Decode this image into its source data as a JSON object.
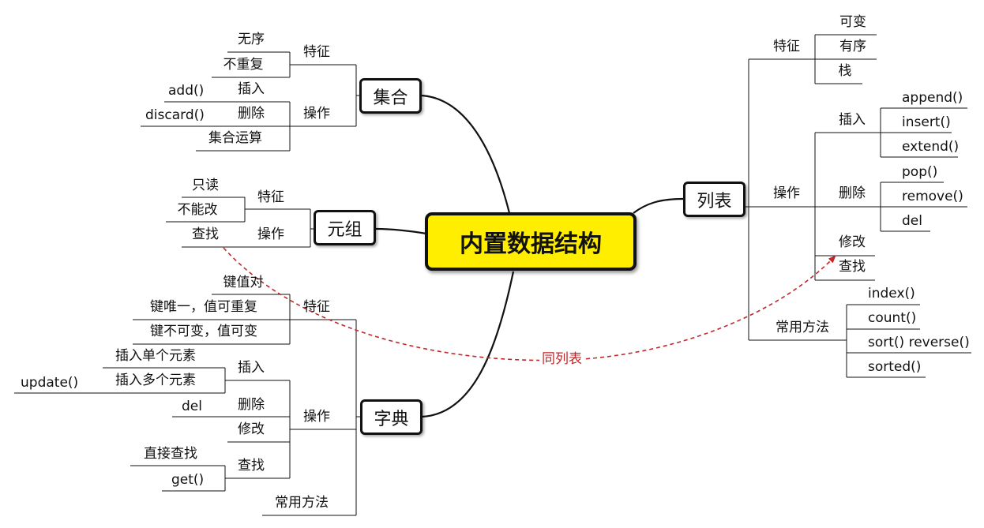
{
  "center": "内置数据结构",
  "set": {
    "title": "集合",
    "feature": "特征",
    "unordered": "无序",
    "no_dup": "不重复",
    "ops": "操作",
    "insert": "插入",
    "add": "add()",
    "delete": "删除",
    "discard": "discard()",
    "set_ops": "集合运算"
  },
  "tuple": {
    "title": "元组",
    "feature": "特征",
    "readonly": "只读",
    "immutable": "不能改",
    "ops": "操作",
    "find": "查找"
  },
  "dict": {
    "title": "字典",
    "feature": "特征",
    "kv": "键值对",
    "unique_key": "键唯一，值可重复",
    "key_immut": "键不可变，值可变",
    "ops": "操作",
    "insert": "插入",
    "insert_one": "插入单个元素",
    "insert_many": "插入多个元素",
    "update": "update()",
    "delete": "删除",
    "del": "del",
    "modify": "修改",
    "find": "查找",
    "direct_find": "直接查找",
    "get": "get()",
    "methods": "常用方法"
  },
  "list": {
    "title": "列表",
    "feature": "特征",
    "mutable": "可变",
    "ordered": "有序",
    "stack": "栈",
    "ops": "操作",
    "insert": "插入",
    "append": "append()",
    "insert_fn": "insert()",
    "extend": "extend()",
    "delete": "删除",
    "pop": "pop()",
    "remove": "remove()",
    "del": "del",
    "modify": "修改",
    "find": "查找",
    "methods": "常用方法",
    "index": "index()",
    "count": "count()",
    "sort": "sort() reverse()",
    "sorted": "sorted()"
  },
  "relation_label": "同列表",
  "colors": {
    "center_fill": "#ffee00",
    "relation": "#c0282a",
    "line": "#111111"
  }
}
